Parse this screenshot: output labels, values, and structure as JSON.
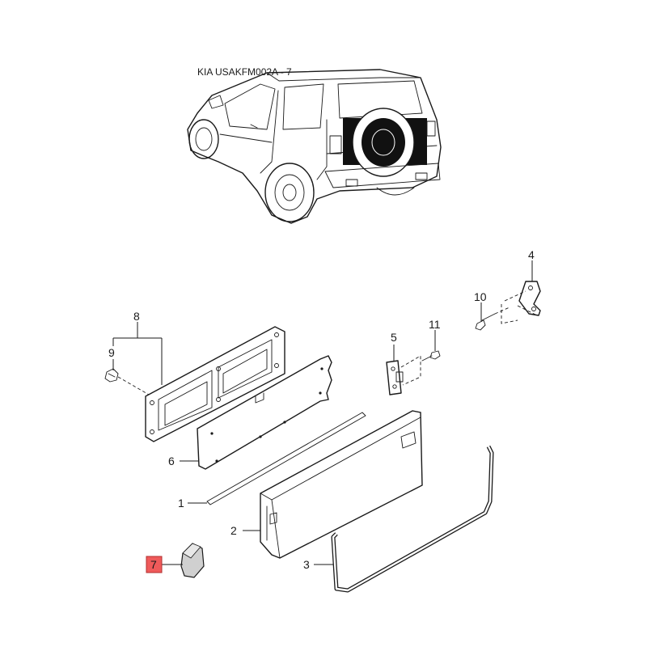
{
  "diagram_code": "KIA USAKFM002A - 7",
  "highlighted_part": "7",
  "highlight_color": "#ef5a5a",
  "callouts": {
    "p1": "1",
    "p2": "2",
    "p3": "3",
    "p4": "4",
    "p5": "5",
    "p6": "6",
    "p7": "7",
    "p8": "8",
    "p9": "9",
    "p10": "10",
    "p11": "11"
  }
}
